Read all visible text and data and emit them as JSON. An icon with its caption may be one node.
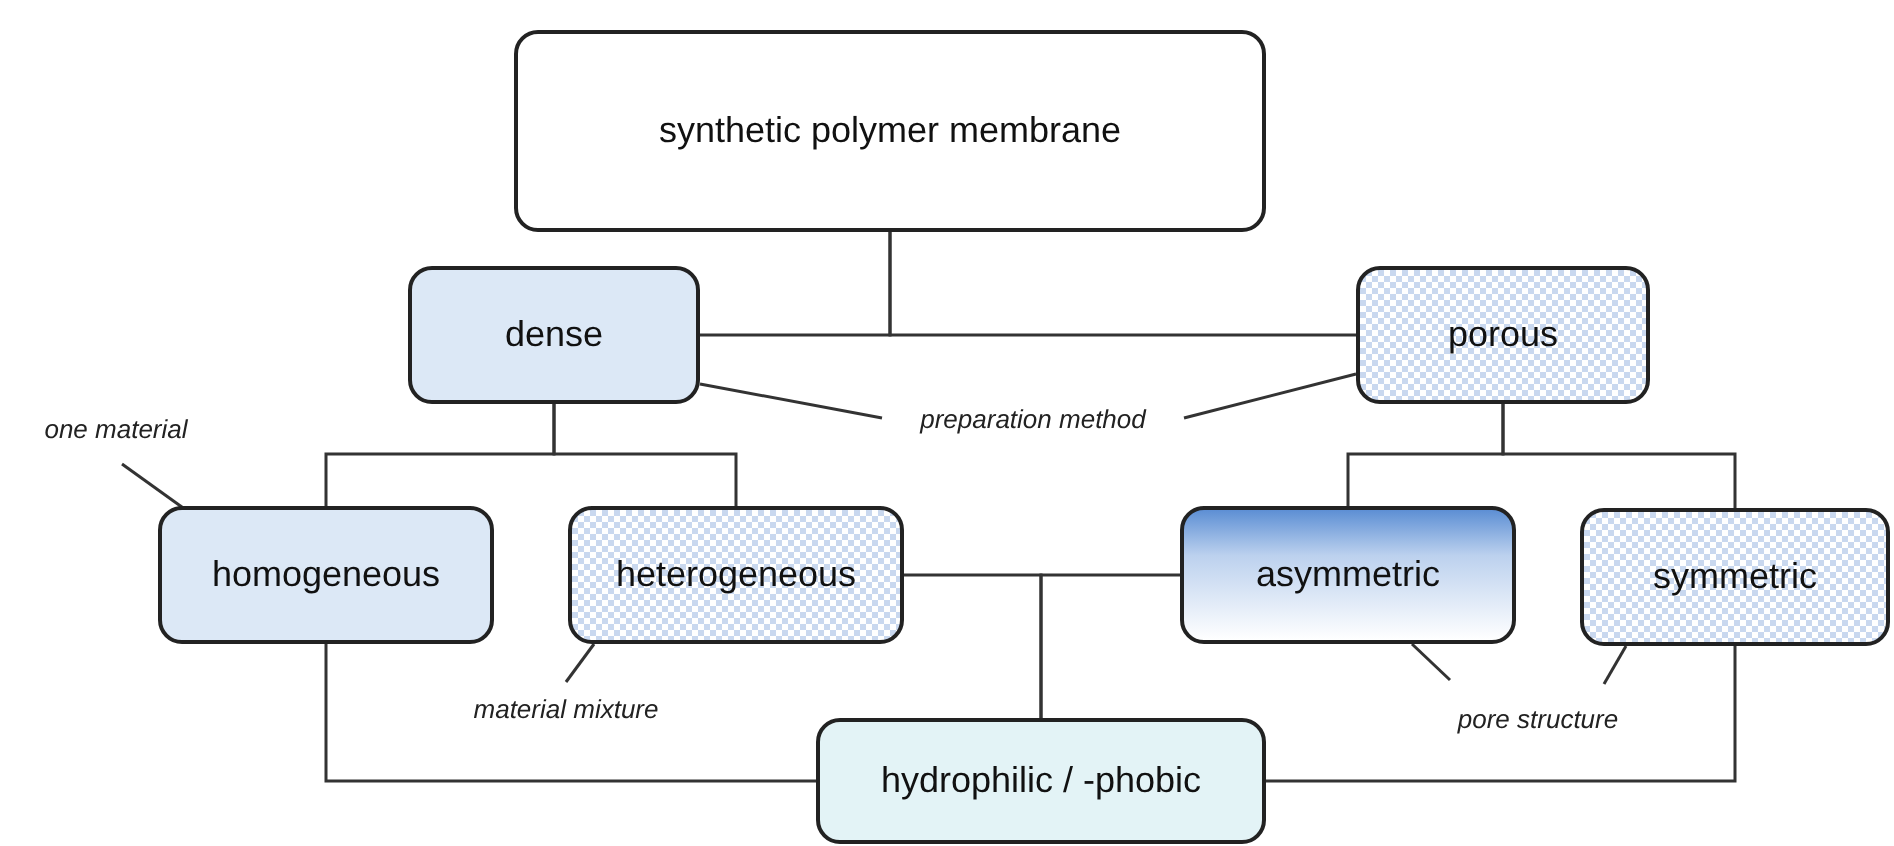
{
  "diagram": {
    "nodes": [
      {
        "text": [
          "synthetic polymer membrane"
        ]
      },
      {
        "text": [
          "dense"
        ]
      },
      {
        "text": [
          "porous"
        ]
      },
      {
        "text": [
          "homogeneous"
        ]
      },
      {
        "text": [
          "heterogeneous"
        ]
      },
      {
        "text": [
          "asymmetric"
        ]
      },
      {
        "text": [
          "symmetric"
        ]
      },
      {
        "text": [
          "hydrophilic / -phobic"
        ]
      },
      {
        "text": [
          "preparation method"
        ]
      },
      {
        "text": [
          "one material"
        ]
      },
      {
        "text": [
          "material mixture"
        ]
      },
      {
        "text": [
          "pore structure"
        ]
      }
    ],
    "edges": [
      {
        "from": 0,
        "to": 1,
        "arrow": "none"
      },
      {
        "from": 0,
        "to": 2,
        "arrow": "none"
      },
      {
        "from": 1,
        "to": 3,
        "arrow": "none"
      },
      {
        "from": 1,
        "to": 4,
        "arrow": "none"
      },
      {
        "from": 2,
        "to": 5,
        "arrow": "none"
      },
      {
        "from": 2,
        "to": 6,
        "arrow": "none"
      },
      {
        "from": 4,
        "to": 7,
        "arrow": "none"
      },
      {
        "from": 5,
        "to": 7,
        "arrow": "none"
      },
      {
        "from": 3,
        "to": 7,
        "arrow": "none"
      },
      {
        "from": 6,
        "to": 7,
        "arrow": "none"
      },
      {
        "from": 8,
        "to": 1,
        "arrow": "none"
      },
      {
        "from": 8,
        "to": 2,
        "arrow": "none"
      },
      {
        "from": 9,
        "to": 3,
        "arrow": "none"
      },
      {
        "from": 10,
        "to": 4,
        "arrow": "none"
      },
      {
        "from": 11,
        "to": 5,
        "arrow": "none"
      },
      {
        "from": 11,
        "to": 6,
        "arrow": "none"
      }
    ]
  }
}
